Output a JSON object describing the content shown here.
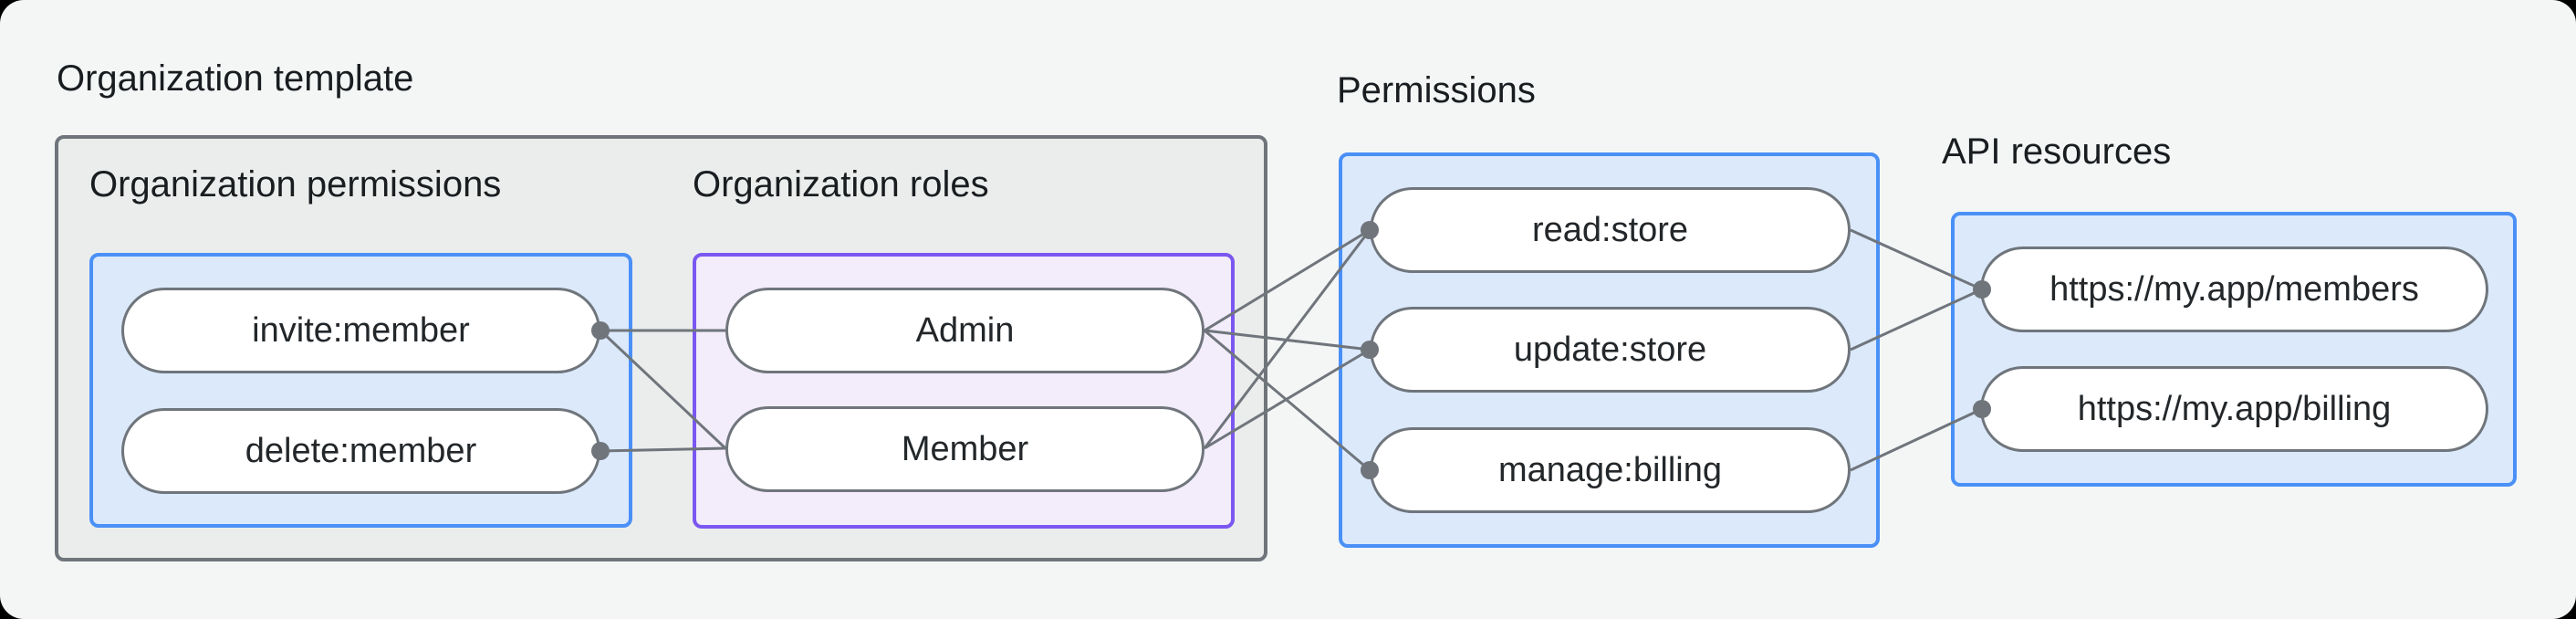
{
  "colors": {
    "background": "#f4f6f6",
    "container_fill": "#ebedec",
    "container_border": "#6f757b",
    "blue_fill": "#dbe9fb",
    "blue_border": "#4a90f6",
    "purple_fill": "#f2ecfb",
    "purple_border": "#7b57f1",
    "pill_fill": "#ffffff",
    "line": "#6f757b",
    "text": "#191d20"
  },
  "sections": {
    "org_template": {
      "label": "Organization template"
    },
    "org_permissions": {
      "label": "Organization permissions",
      "pills": [
        "invite:member",
        "delete:member"
      ]
    },
    "org_roles": {
      "label": "Organization roles",
      "pills": [
        "Admin",
        "Member"
      ]
    },
    "permissions": {
      "label": "Permissions",
      "pills": [
        "read:store",
        "update:store",
        "manage:billing"
      ]
    },
    "api_resources": {
      "label": "API resources",
      "pills": [
        "https://my.app/members",
        "https://my.app/billing"
      ]
    }
  },
  "edges": [
    {
      "from": "invite",
      "to": "admin"
    },
    {
      "from": "invite",
      "to": "member"
    },
    {
      "from": "delete",
      "to": "member"
    },
    {
      "from": "admin",
      "to": "read"
    },
    {
      "from": "admin",
      "to": "update"
    },
    {
      "from": "admin",
      "to": "manage"
    },
    {
      "from": "member",
      "to": "read"
    },
    {
      "from": "member",
      "to": "update"
    },
    {
      "from": "read",
      "to": "members"
    },
    {
      "from": "update",
      "to": "members"
    },
    {
      "from": "manage",
      "to": "billing"
    }
  ]
}
